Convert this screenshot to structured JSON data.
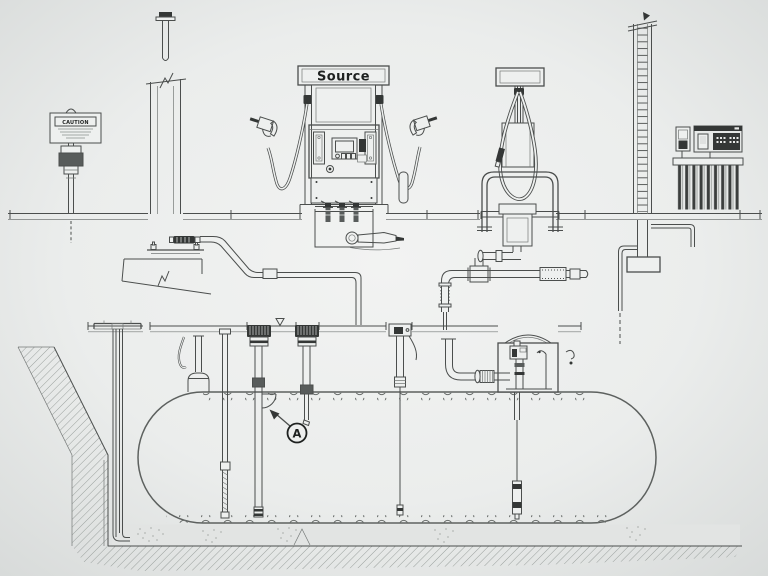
{
  "labels": {
    "dispenser_brand": "Source",
    "caution_sign_header": "CAUTION",
    "detail_callout": "A"
  },
  "colors": {
    "background_center": "#f2f3f2",
    "background_edge": "#d7dad9",
    "line_ink": "#4b4e4d",
    "dark_fill": "#343736",
    "hatch_gray": "#9aa09d",
    "bedding_gray": "#e2e4e3"
  },
  "components": [
    "caution-sign-assembly",
    "monitoring-well-riser",
    "buried-product-piping",
    "source-fuel-dispenser",
    "satellite-dispenser-with-guard",
    "satellite-supply-piping",
    "vent-riser-ladder",
    "tank-monitor-console",
    "underground-storage-tank",
    "fill-riser",
    "gauge-pipe",
    "submersible-pump-sump",
    "tank-level-probe",
    "observation-well",
    "excavation-profile",
    "detail-a-callout"
  ]
}
